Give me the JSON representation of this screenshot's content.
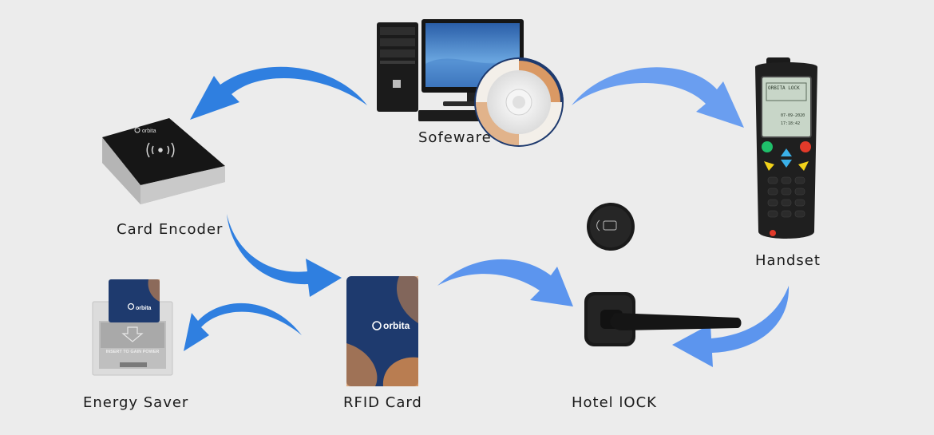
{
  "nodes": {
    "software": {
      "label": "Sofeware"
    },
    "card_encoder": {
      "label": "Card Encoder"
    },
    "handset": {
      "label": "Handset",
      "screen_title": "ORBITA LOCK",
      "screen_date": "07-09-2020",
      "screen_time": "17:18:42"
    },
    "energy_saver": {
      "label": "Energy Saver",
      "slot_text": "INSERT TO GAIN POWER"
    },
    "rfid_card": {
      "label": "RFID Card"
    },
    "hotel_lock": {
      "label": "Hotel lOCK"
    }
  },
  "brand": {
    "logo_text": "orbita"
  },
  "colors": {
    "arrow": "#2f7fe0",
    "arrow_light": "#5aa0f0",
    "card_blue": "#1e3a6e",
    "card_accent": "#d58a4c",
    "background": "#ececec"
  }
}
